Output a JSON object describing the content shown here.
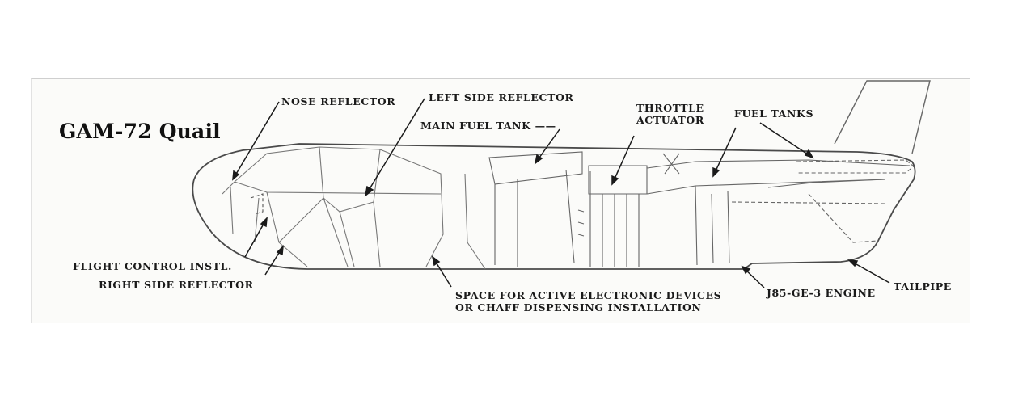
{
  "title": "GAM-72 Quail",
  "labels": {
    "nose_reflector": "NOSE REFLECTOR",
    "left_side_reflector": "LEFT SIDE REFLECTOR",
    "main_fuel_tank": "MAIN FUEL TANK",
    "throttle_actuator_line1": "THROTTLE",
    "throttle_actuator_line2": "ACTUATOR",
    "fuel_tanks": "FUEL TANKS",
    "flight_control_instl": "FLIGHT CONTROL INSTL.",
    "right_side_reflector": "RIGHT SIDE REFLECTOR",
    "space_line1": "SPACE FOR ACTIVE ELECTRONIC DEVICES",
    "space_line2": "OR CHAFF DISPENSING INSTALLATION",
    "engine": "J85-GE-3 ENGINE",
    "tailpipe": "TAILPIPE"
  },
  "colors": {
    "ink": "#1a1a1a",
    "line": "#555555",
    "light_line": "#8a8a8a"
  }
}
